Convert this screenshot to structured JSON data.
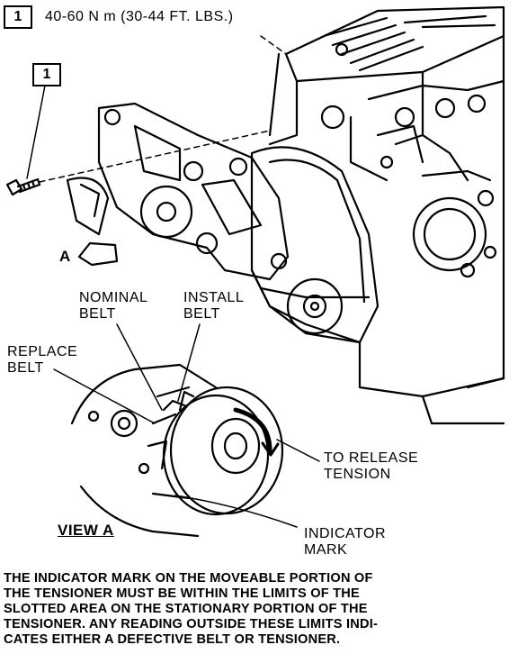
{
  "spec": {
    "callout_number": "1",
    "torque_text": "40-60 N m (30-44 FT. LBS.)"
  },
  "bolt_callout_number": "1",
  "view_arrow_label": "A",
  "labels": {
    "nominal_belt_line1": "NOMINAL",
    "nominal_belt_line2": "BELT",
    "install_belt_line1": "INSTALL",
    "install_belt_line2": "BELT",
    "replace_belt_line1": "REPLACE",
    "replace_belt_line2": "BELT",
    "release_tension_line1": "TO RELEASE",
    "release_tension_line2": "TENSION",
    "indicator_mark_line1": "INDICATOR",
    "indicator_mark_line2": "MARK",
    "view_a": "VIEW A"
  },
  "caption": {
    "line1": "THE INDICATOR MARK ON THE MOVEABLE PORTION OF",
    "line2": "THE TENSIONER MUST BE WITHIN THE LIMITS OF THE",
    "line3": "SLOTTED AREA ON THE STATIONARY PORTION OF THE",
    "line4": "TENSIONER. ANY READING OUTSIDE THESE LIMITS INDI-",
    "line5": "CATES EITHER A DEFECTIVE BELT OR TENSIONER."
  }
}
